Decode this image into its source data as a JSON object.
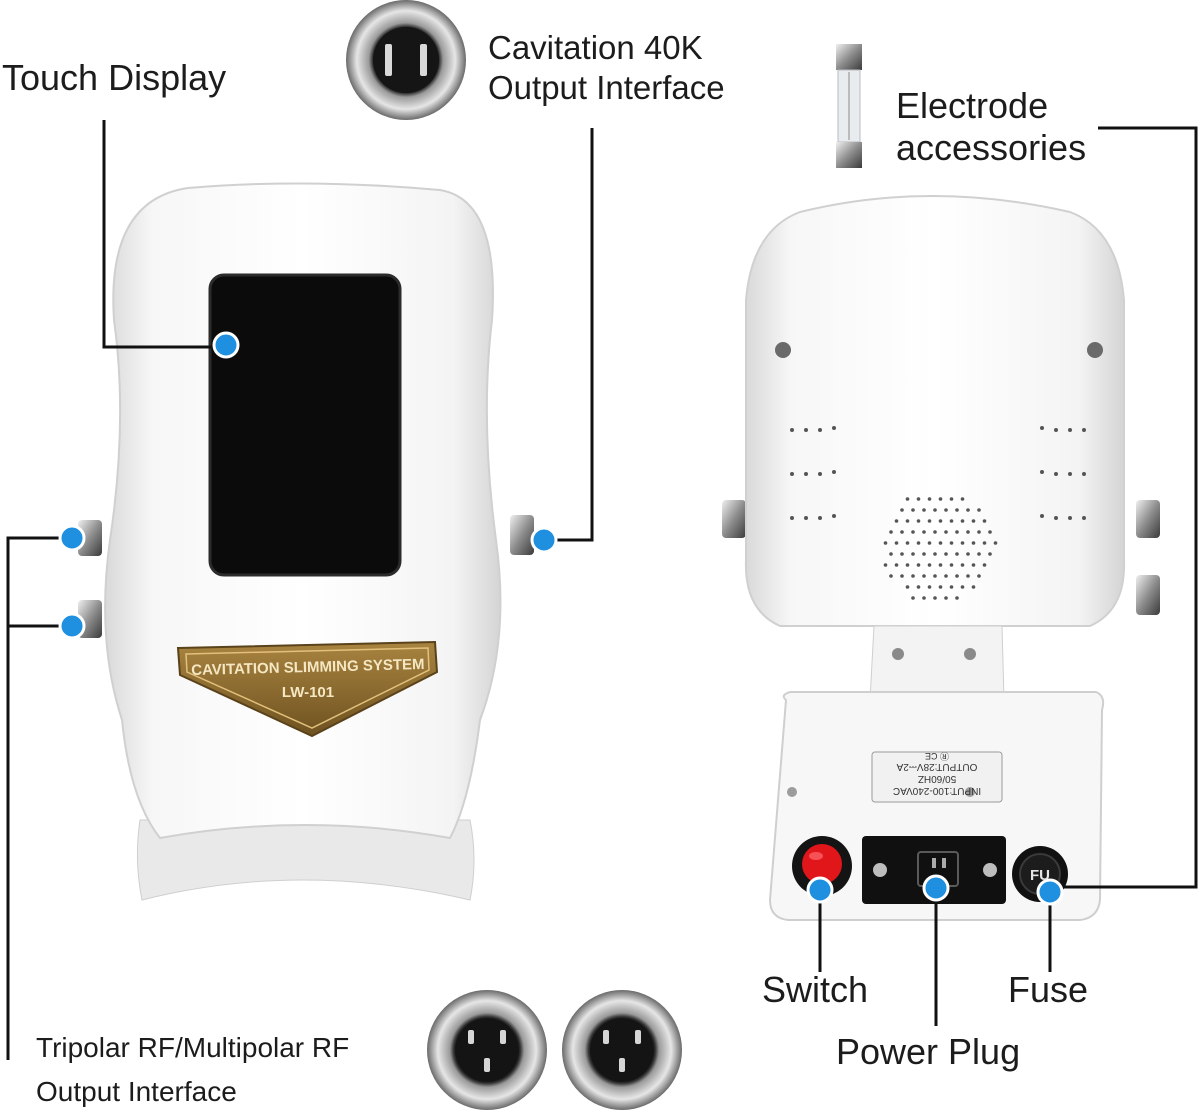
{
  "labels": {
    "touch_display": "Touch Display",
    "cavitation_line1": "Cavitation 40K",
    "cavitation_line2": "Output Interface",
    "electrode_line1": "Electrode",
    "electrode_line2": "accessories",
    "switch": "Switch",
    "fuse": "Fuse",
    "power_plug": "Power Plug",
    "rf_line1": "Tripolar RF/Multipolar RF",
    "rf_line2": "Output Interface"
  },
  "device_badge": {
    "title": "CAVITATION SLIMMING SYSTEM",
    "model": "LW-101"
  },
  "rear_sticker": {
    "line1": "INPUT:100-240VAC",
    "line2": "50/60HZ",
    "line3": "OUTPUT:28V⎓2A",
    "marks": "Ⓡ CE"
  },
  "fuse_cap_text": "FU",
  "colors": {
    "marker": "#1f8fe0",
    "leader_line": "#111111",
    "device_body": "#f2f2f2",
    "screen": "#0b0b0b",
    "badge_gold": "#8a6a2e",
    "switch_red": "#e0161b"
  }
}
